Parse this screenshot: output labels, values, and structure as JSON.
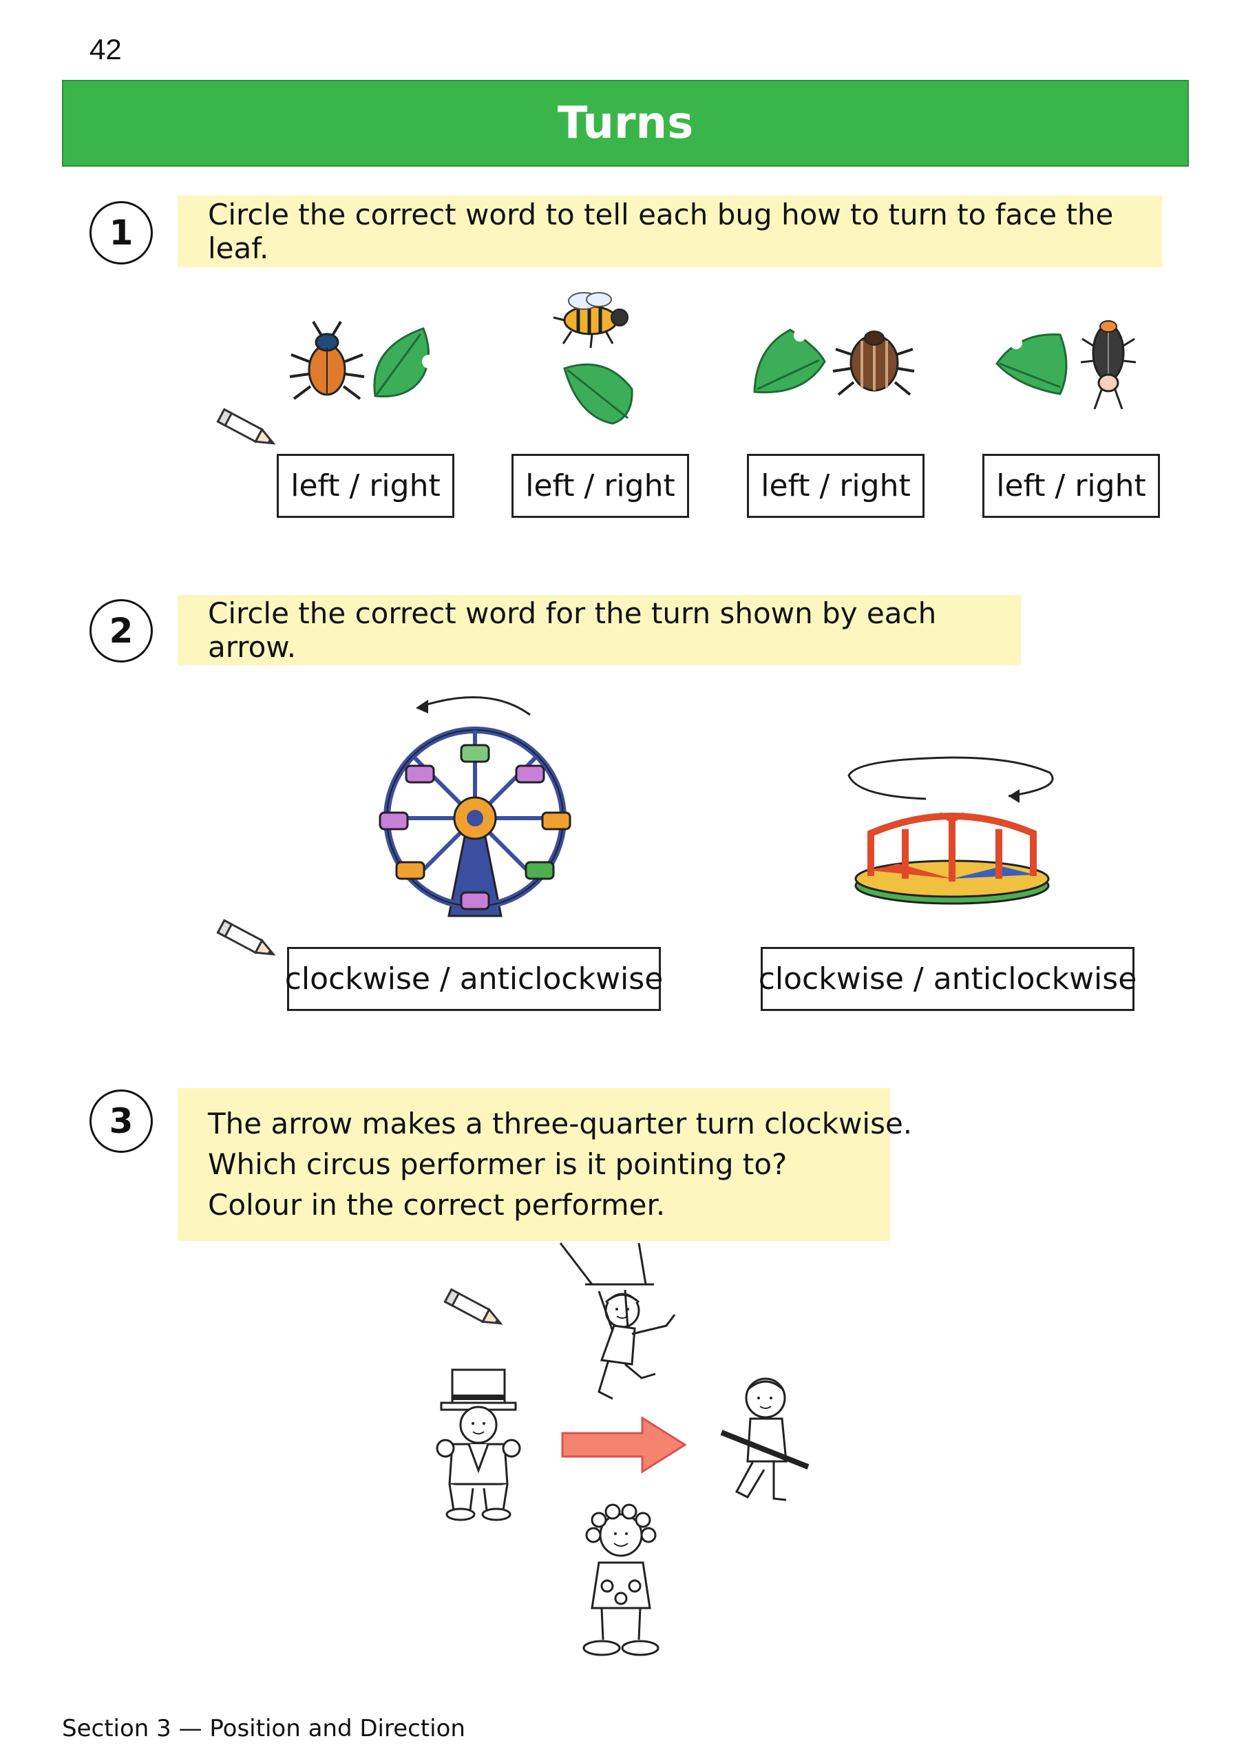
{
  "page": {
    "number": "42",
    "title": "Turns",
    "footer": "Section 3 — Position and Direction"
  },
  "q1": {
    "number": "1",
    "prompt": "Circle the correct word to tell each bug how to turn to face the leaf.",
    "answers": [
      "left / right",
      "left / right",
      "left / right",
      "left / right"
    ]
  },
  "q2": {
    "number": "2",
    "prompt": "Circle the correct word for the turn shown by each arrow.",
    "answers": [
      "clockwise / anticlockwise",
      "clockwise / anticlockwise"
    ]
  },
  "q3": {
    "number": "3",
    "lines": [
      "The arrow makes a three-quarter turn clockwise.",
      "Which circus performer is it pointing to?",
      "Colour in the correct performer."
    ]
  },
  "colors": {
    "title_bar": "#3ab54a",
    "question_box": "#fdf7bf",
    "arrow": "#f4846f"
  }
}
